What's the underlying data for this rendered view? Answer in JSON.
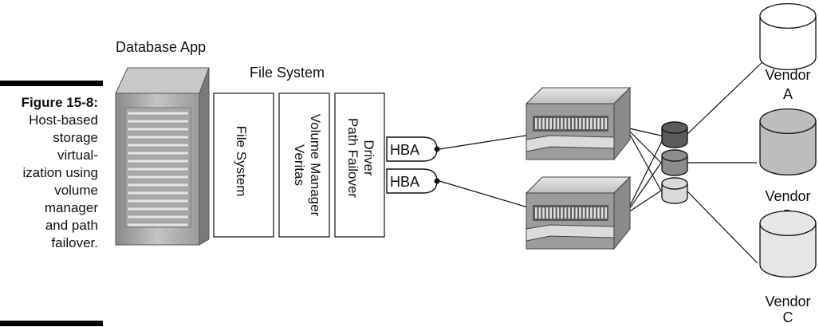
{
  "caption": {
    "label": "Figure 15-8:",
    "lines": [
      "Host-based",
      "storage",
      "virtual-",
      "ization using",
      "volume",
      "manager",
      "and path",
      "failover."
    ]
  },
  "diagram": {
    "app_label": "Database App",
    "fs_heading": "File System",
    "layers": [
      {
        "lines": [
          "File System"
        ]
      },
      {
        "lines": [
          "Veritas",
          "Volume Manager"
        ]
      },
      {
        "lines": [
          "Path Failover",
          "Driver"
        ]
      }
    ],
    "hba": [
      "HBA",
      "HBA"
    ],
    "vendors": [
      {
        "name": "Vendor",
        "letter": "A",
        "color": "#ffffff"
      },
      {
        "name": "Vendor",
        "letter": "B",
        "color": "#bdbdbd"
      },
      {
        "name": "Vendor",
        "letter": "C",
        "color": "#e6e6e6"
      }
    ],
    "virtual_disk_colors": [
      "#5a5a5a",
      "#8c8c8c",
      "#d9d9d9"
    ]
  }
}
